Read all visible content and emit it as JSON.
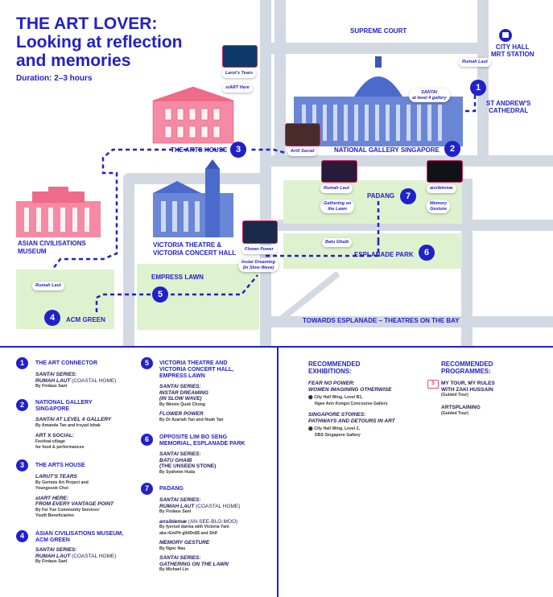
{
  "header": {
    "title_line1": "THE ART LOVER:",
    "title_line2": "Looking at reflection",
    "title_line3": "and memories",
    "duration": "Duration: 2–3 hours"
  },
  "roads": {
    "supreme_court": "SUPREME COURT",
    "city_hall_mrt_1": "CITY HALL",
    "city_hall_mrt_2": "MRT STATION",
    "st_andrews_1": "ST ANDREW'S",
    "st_andrews_2": "CATHEDRAL",
    "towards_esplanade": "TOWARDS ESPLANADE – THEATRES ON THE BAY"
  },
  "places": {
    "arts_house": "THE ARTS HOUSE",
    "national_gallery": "NATIONAL GALLERY SINGAPORE",
    "acm_1": "ASIAN CIVILISATIONS",
    "acm_2": "MUSEUM",
    "victoria_1": "VICTORIA THEATRE &",
    "victoria_2": "VICTORIA CONCERT HALL",
    "padang": "PADANG",
    "esplanade_park": "ESPLANADE PARK",
    "empress_lawn": "EMPRESS LAWN",
    "acm_green": "ACM GREEN"
  },
  "stops": [
    "1",
    "2",
    "3",
    "4",
    "5",
    "6",
    "7"
  ],
  "pills": {
    "rumah_laut_1": "Rumah Laut",
    "santai_gallery_1": "SANTAI",
    "santai_gallery_2": "at level 4 gallery",
    "laruts_tears": "Larut's Tears",
    "start_here": "stART Here",
    "artx_social": "ArtX Social",
    "rumah_laut_7": "Rumah Laut",
    "gathering_1": "Gathering on",
    "gathering_2": "the Lawn",
    "ansibleman": "ansiblemæ",
    "memory_1": "Memory",
    "memory_2": "Gesture",
    "batu_ghaib": "Batu Ghaib",
    "flower_power": "Flower Power",
    "instar_1": "Instar Dreaming",
    "instar_2": "(In Slow Wave)",
    "rumah_laut_4": "Rumah Laut"
  },
  "legend": {
    "s1_head": "THE ART CONNECTOR",
    "s1_series": "SANTAI SERIES:",
    "s1_work": "RUMAH LAUT",
    "s1_work_sub": " (COASTAL HOME)",
    "s1_by": "By Firdaus Sani",
    "s2_head1": "NATIONAL GALLERY",
    "s2_head2": "SINGAPORE",
    "s2_work": "SANTAI AT LEVEL 4 GALLERY",
    "s2_by": "By Amanda Tan and Irsyad Ishak",
    "s2_work2": "ART X SOCIAL:",
    "s2_sub1": "Festival village",
    "s2_sub2": "for food & performances",
    "s3_head": "THE ARTS HOUSE",
    "s3_work": "LARUT'S TEARS",
    "s3_by1": "By Gerimis Art Project and",
    "s3_by2": "Youngsook Choi",
    "s3_work2a": "stART HERE:",
    "s3_work2b": "FROM EVERY VANTAGE POINT",
    "s3_by3": "By Fei Yue Community Services'",
    "s3_by4": "Youth Beneficiaries",
    "s4_head1": "ASIAN CIVILISATIONS MUSEUM,",
    "s4_head2": "ACM GREEN",
    "s4_series": "SANTAI SERIES:",
    "s4_work": "RUMAH LAUT",
    "s4_work_sub": " (COASTAL HOME)",
    "s4_by": "By Firdaus Sani",
    "s5_head1": "VICTORIA THEATRE AND",
    "s5_head2": "VICTORIA CONCERT HALL,",
    "s5_head3": "EMPRESS LAWN",
    "s5_series": "SANTAI SERIES:",
    "s5_work1": "INSTAR DREAMING",
    "s5_work2": "(IN SLOW WAVE)",
    "s5_by": "By Weixin Quek Chong",
    "s5_work3": "FLOWER POWER",
    "s5_by2": "By Dr Azariah Tan and Noah Tan",
    "s6_head1": "OPPOSITE LIM BO SENG",
    "s6_head2": "MEMORIAL, ESPLANADE PARK",
    "s6_series": "SANTAI SERIES:",
    "s6_work1": "BATU GHAIB",
    "s6_work2": "(THE UNSEEN STONE)",
    "s6_by": "By Syahmin Huda",
    "s7_head": "PADANG",
    "s7_series": "SANTAI SERIES:",
    "s7_work": "RUMAH LAUT",
    "s7_work_sub": " (COASTAL HOME)",
    "s7_by": "By Firdaus Sani",
    "s7_work2": "ansiblemæ",
    "s7_work2_sub": " (AN-SEE-BLO-MOO)",
    "s7_by2a": "By fyerool darma with Victoria Yam",
    "s7_by2b": "aka rEmPit g0dDe$$ and Shif",
    "s7_work3": "MEMORY GESTURE",
    "s7_by3": "By Ngoc Nau",
    "s7_series2": "SANTAI SERIES:",
    "s7_work4": "GATHERING ON THE LAWN",
    "s7_by4": "By Michael Lin"
  },
  "recommended": {
    "exh_head1": "RECOMMENDED",
    "exh_head2": "EXHIBITIONS:",
    "exh1_title": "FEAR NO POWER:",
    "exh1_title2": "WOMEN IMAGINING OTHERWISE",
    "exh1_loc1": "City Hall Wing, Level B1,",
    "exh1_loc2": "Ngee Ann Kongsi Concourse Gallery",
    "exh2_title": "SINGAPORE STORIES:",
    "exh2_title2": "PATHWAYS AND DETOURS IN ART",
    "exh2_loc1": "City Hall Wing, Level 2,",
    "exh2_loc2": "DBS Singapore Gallery",
    "prog_head1": "RECOMMENDED",
    "prog_head2": "PROGRAMMES:",
    "prog1_title1": "MY TOUR, MY RULES",
    "prog1_title2": "WITH ZAKI HUSSAIN",
    "prog1_sub": "(Guided Tour)",
    "prog2_title": "ARTSPLAINING",
    "prog2_sub": "(Guided Tour)"
  },
  "colors": {
    "accent": "#2121c9",
    "road": "#d3d9e3",
    "green": "#dff2cf",
    "pink": "#e9476f"
  }
}
